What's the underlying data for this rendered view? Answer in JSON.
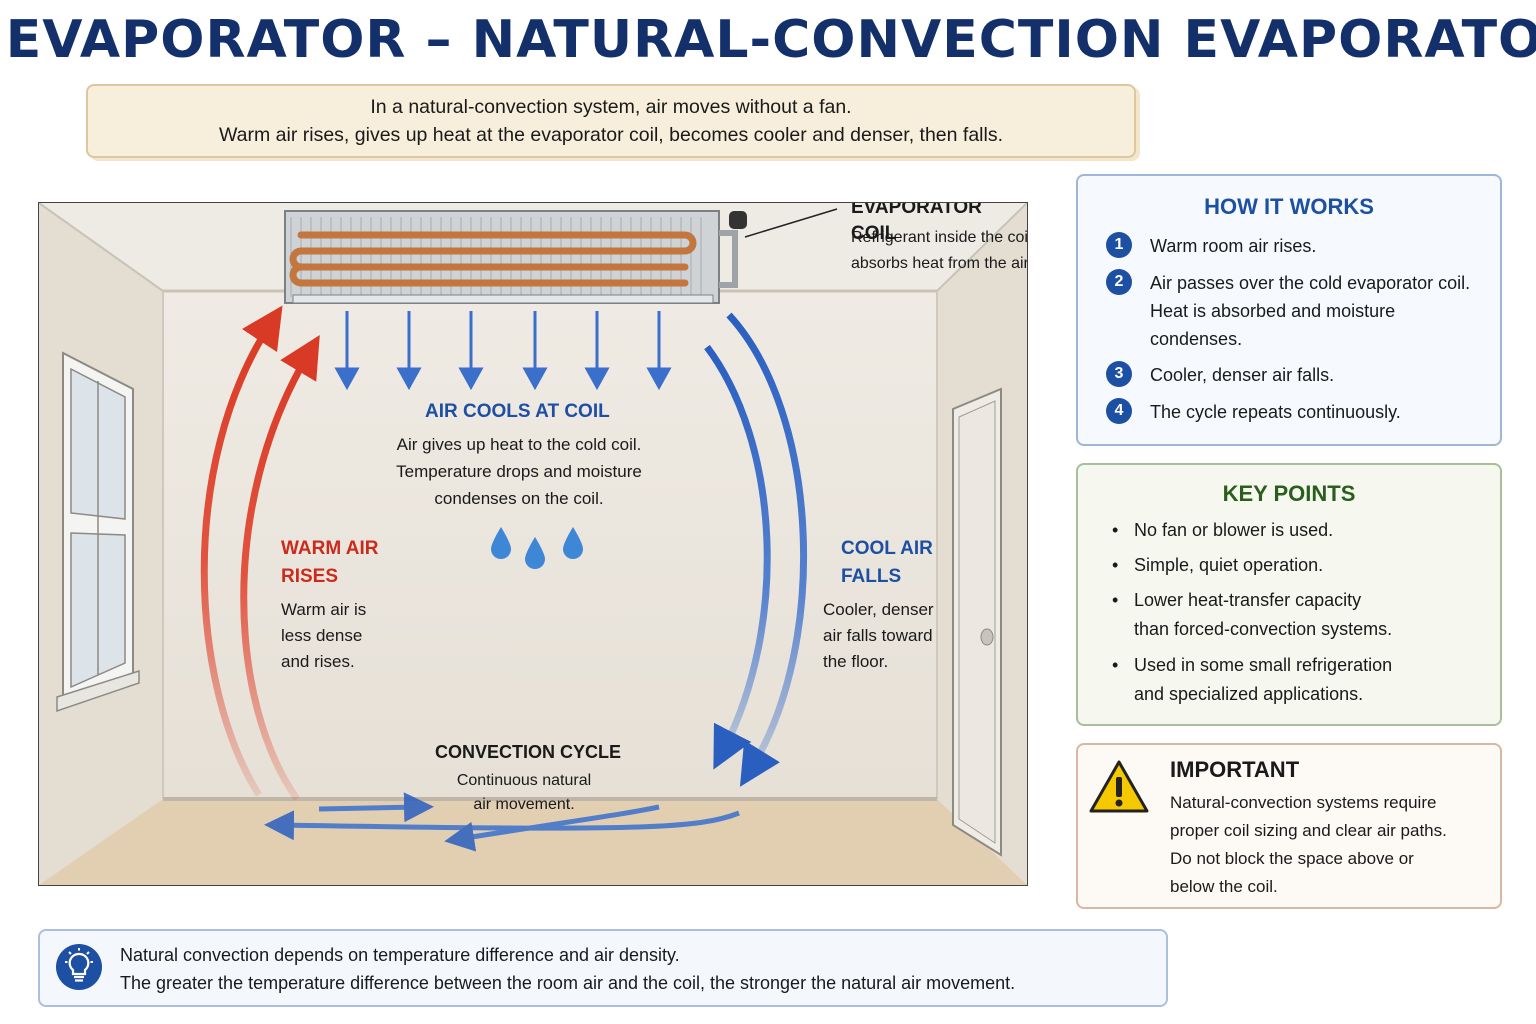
{
  "title": "EVAPORATOR – NATURAL-CONVECTION EVAPORATOR",
  "intro": {
    "line1": "In a natural-convection system, air moves without a fan.",
    "line2": "Warm air rises, gives up heat at the evaporator coil, becomes cooler and denser, then falls."
  },
  "diagram": {
    "coil_heading": "EVAPORATOR COIL",
    "coil_desc_1": "Refrigerant inside the coil",
    "coil_desc_2": "absorbs heat from the air.",
    "cools_heading": "AIR COOLS AT COIL",
    "cools_desc_1": "Air gives up heat to the cold coil.",
    "cools_desc_2": "Temperature drops and moisture",
    "cools_desc_3": "condenses on the coil.",
    "warm_heading_1": "WARM AIR",
    "warm_heading_2": "RISES",
    "warm_desc_1": "Warm air is",
    "warm_desc_2": "less dense",
    "warm_desc_3": "and rises.",
    "cool_heading_1": "COOL AIR",
    "cool_heading_2": "FALLS",
    "cool_desc_1": "Cooler, denser",
    "cool_desc_2": "air falls toward",
    "cool_desc_3": "the floor.",
    "cycle_heading": "CONVECTION CYCLE",
    "cycle_desc_1": "Continuous natural",
    "cycle_desc_2": "air movement."
  },
  "how_it_works": {
    "title": "HOW IT WORKS",
    "steps": [
      {
        "num": "1",
        "lines": [
          "Warm room air rises."
        ]
      },
      {
        "num": "2",
        "lines": [
          "Air passes over the cold evaporator coil.",
          "Heat is absorbed and moisture",
          "condenses."
        ]
      },
      {
        "num": "3",
        "lines": [
          "Cooler, denser air falls."
        ]
      },
      {
        "num": "4",
        "lines": [
          "The cycle repeats continuously."
        ]
      }
    ]
  },
  "key_points": {
    "title": "KEY POINTS",
    "items": [
      [
        "No fan or blower is used."
      ],
      [
        "Simple, quiet operation."
      ],
      [
        "Lower heat-transfer capacity",
        "than forced-convection systems."
      ],
      [
        "Used in some small refrigeration",
        "and specialized applications."
      ]
    ]
  },
  "important": {
    "title": "IMPORTANT",
    "lines": [
      "Natural-convection systems require",
      "proper coil sizing and clear air paths.",
      "Do not block the space above or",
      "below the coil."
    ]
  },
  "note": {
    "line1": "Natural convection depends on temperature difference and air density.",
    "line2": "The greater the temperature difference between the room air and the coil, the stronger the natural air movement."
  },
  "colors": {
    "title": "#13306b",
    "warm": "#cc2a1d",
    "cool": "#1d4fa3",
    "key_green": "#2a5e1c",
    "warning": "#f5c800"
  },
  "icons": {
    "warning": "warning-triangle-icon",
    "note": "lightbulb-icon",
    "water": "water-drop-icon"
  }
}
